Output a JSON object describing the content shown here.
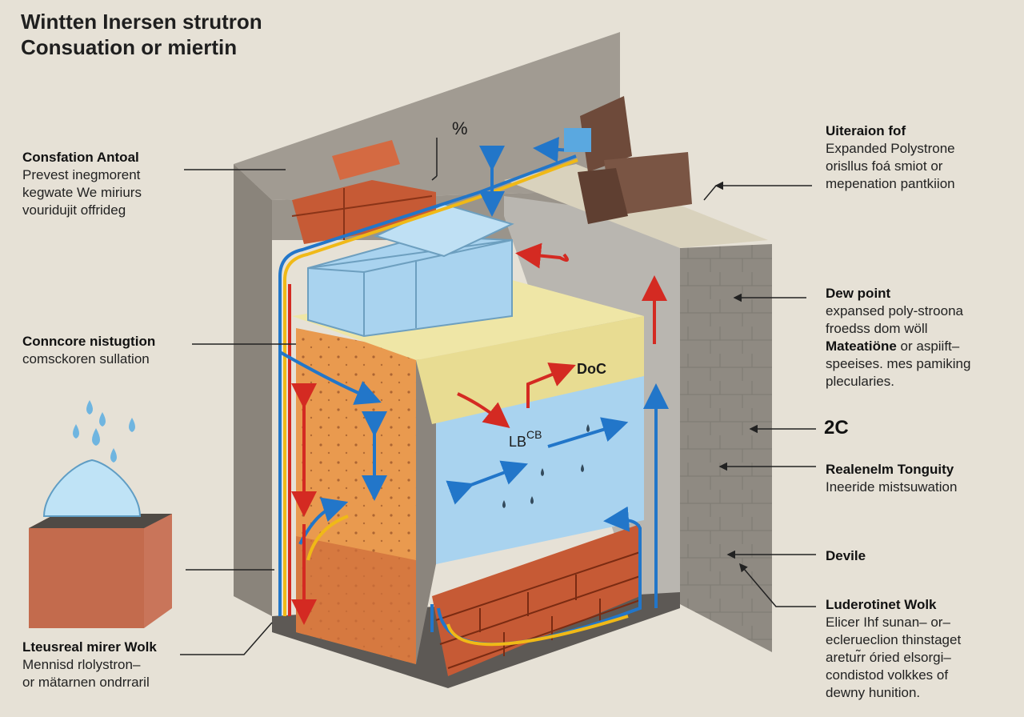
{
  "title": {
    "line1": "Wintten Inersen strutron",
    "line2": "Consuation or miertin"
  },
  "labels": {
    "left_top": {
      "heading": "Consfation Antoal",
      "lines": [
        "Prevest inegmorent",
        "kegwate We miriurs",
        "vouridujit offrideg"
      ]
    },
    "left_mid": {
      "heading": "Conncore nistugtion",
      "lines": [
        "comsckoren sullation"
      ]
    },
    "left_bottom": {
      "heading": "Lteusreal mirer Wolk",
      "lines": [
        "Mennisd rlolystron–",
        "or mätarnen ondrraril"
      ]
    },
    "right_top": {
      "heading": "Uiteraion fof",
      "lines": [
        "Expanded Polystrone",
        "orisllus foá smiot or",
        "mepenation pantkiion"
      ]
    },
    "right_dew": {
      "heading": "Dew point",
      "lines": [
        "expansed poly-stroona",
        "froedss dom wöll"
      ],
      "bold_line": "Mateatiöne",
      "bold_rest": " or aspiift–",
      "lines2": [
        "speeises. mes pamiking",
        "plecularies."
      ]
    },
    "right_temp": {
      "heading": "2C"
    },
    "right_real": {
      "heading": "Realenelm Tonguity",
      "lines": [
        "Ineeride mistsuwation"
      ]
    },
    "right_devile": {
      "heading": "Devile"
    },
    "right_bottom": {
      "heading": "Luderotinet Wolk",
      "lines": [
        "Elicer  Ihf sunan– or–",
        "eclerueclion thinstaget",
        "aretur̃r óried elsorgi–",
        "condistod volkkes of",
        "dewny hunition."
      ]
    }
  },
  "diagram_tags": {
    "percent": "%",
    "doc": "DoC",
    "lbcb": "LB",
    "lbcb_sup": "CB"
  },
  "colors": {
    "background": "#e6e1d6",
    "concrete": "#9a948b",
    "brick": "#c65a35",
    "insulation_blue": "#a9d3ef",
    "insulation_yellow": "#efe6a6",
    "orange_layer": "#e99a4f",
    "flow_red": "#d42a22",
    "flow_blue": "#2276c9",
    "flow_yellow": "#f0b917"
  }
}
